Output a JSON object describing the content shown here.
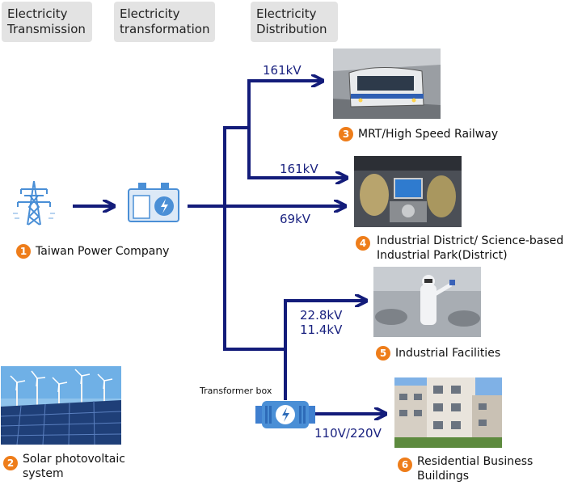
{
  "headers": {
    "transmission": [
      "Electricity",
      "Transmission"
    ],
    "transformation": [
      "Electricity",
      "transformation"
    ],
    "distribution": [
      "Electricity",
      "Distribution"
    ]
  },
  "nodes": [
    {
      "num": "1",
      "label": "Taiwan Power Company"
    },
    {
      "num": "2",
      "label": [
        "Solar photovoltaic",
        "system"
      ]
    },
    {
      "num": "3",
      "label": "MRT/High Speed Railway"
    },
    {
      "num": "4",
      "label": [
        "Industrial District/ Science-based",
        "Industrial Park(District)"
      ]
    },
    {
      "num": "5",
      "label": "Industrial Facilities"
    },
    {
      "num": "6",
      "label": [
        "Residential Business",
        "Buildings"
      ]
    }
  ],
  "voltages": {
    "mrt": "161kV",
    "park_high": "161kV",
    "park_low": "69kV",
    "industrial_a": "22.8kV",
    "industrial_b": "11.4kV",
    "residential": "110V/220V"
  },
  "transformer_label": "Transformer box",
  "colors": {
    "line": "#131c7a",
    "badge": "#ee7d1a",
    "header_bg": "#e3e3e3",
    "icon_blue": "#4a8fd6"
  },
  "icons": [
    "transmission-tower-icon",
    "substation-icon",
    "transformer-box-icon"
  ]
}
